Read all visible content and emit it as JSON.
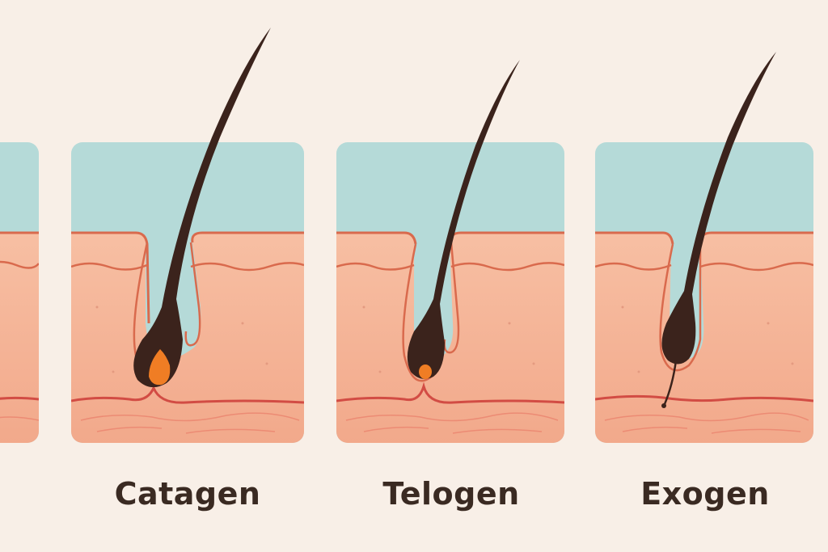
{
  "labels": {
    "catagen": "Catagen",
    "telogen": "Telogen",
    "exogen": "Exogen"
  },
  "colors": {
    "background": "#f8efe7",
    "sky": "#b5dad8",
    "skin_light": "#f6b99a",
    "skin_dermis": "#f2a88a",
    "membrane": "#d96a4d",
    "hair": "#3b231c",
    "papilla": "#f07d24",
    "label_text": "#3a2a22"
  }
}
